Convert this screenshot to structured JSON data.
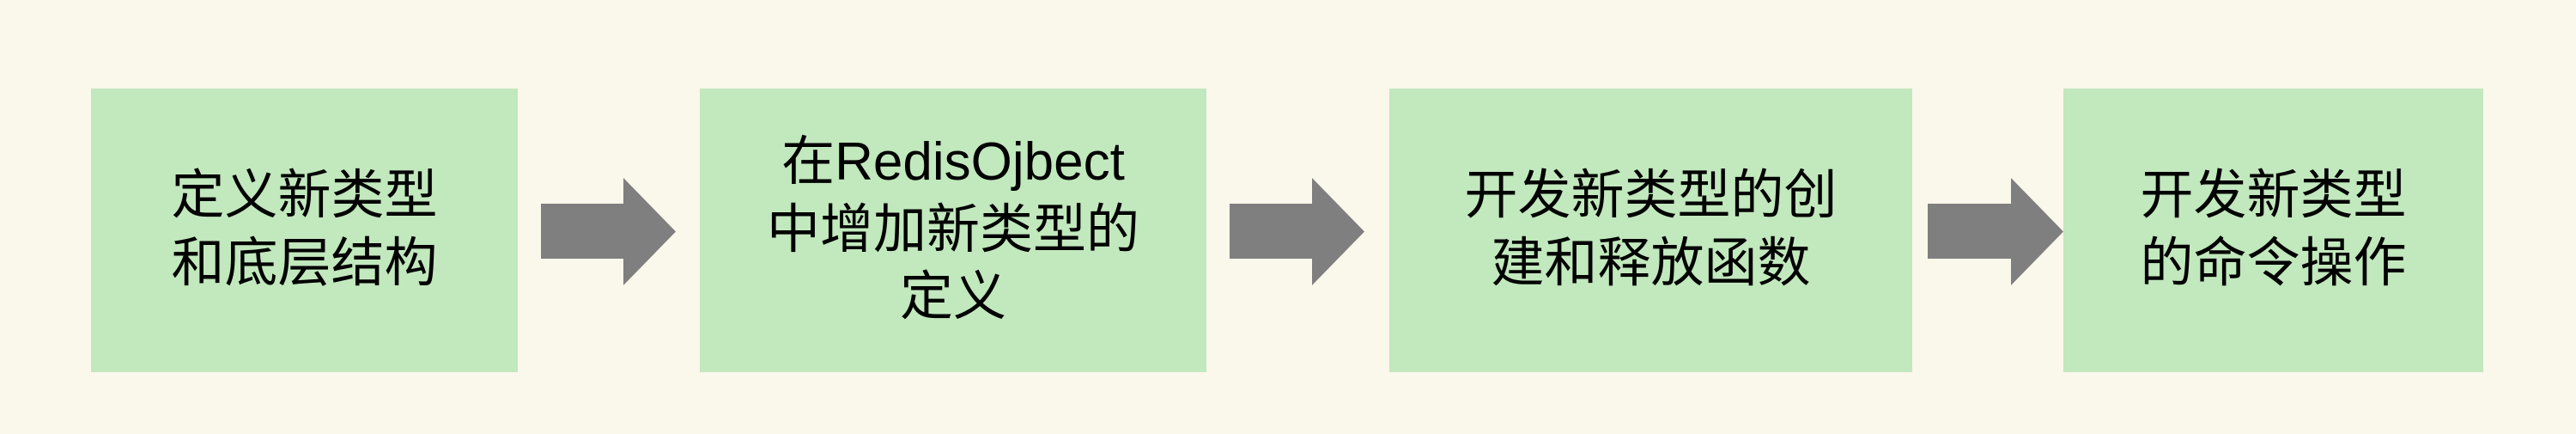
{
  "diagram": {
    "type": "process-flow",
    "orientation": "left-to-right",
    "background_color": "#faf7eb",
    "box_color": "#c2e8bd",
    "arrow_color": "#7f7f7f",
    "text_color": "#000000",
    "steps": [
      {
        "index": 1,
        "label": "定义新类型\n和底层结构",
        "lines": [
          "定义新类型",
          "和底层结构"
        ]
      },
      {
        "index": 2,
        "label": "在RedisOjbect\n中增加新类型的\n定义",
        "lines": [
          "在RedisOjbect",
          "中增加新类型的",
          "定义"
        ]
      },
      {
        "index": 3,
        "label": "开发新类型的创\n建和释放函数",
        "lines": [
          "开发新类型的创",
          "建和释放函数"
        ]
      },
      {
        "index": 4,
        "label": "开发新类型\n的命令操作",
        "lines": [
          "开发新类型",
          "的命令操作"
        ]
      }
    ],
    "connectors": [
      {
        "index": 1,
        "icon": "arrow-right-icon",
        "from": 1,
        "to": 2
      },
      {
        "index": 2,
        "icon": "arrow-right-icon",
        "from": 2,
        "to": 3
      },
      {
        "index": 3,
        "icon": "arrow-right-icon",
        "from": 3,
        "to": 4
      }
    ]
  }
}
